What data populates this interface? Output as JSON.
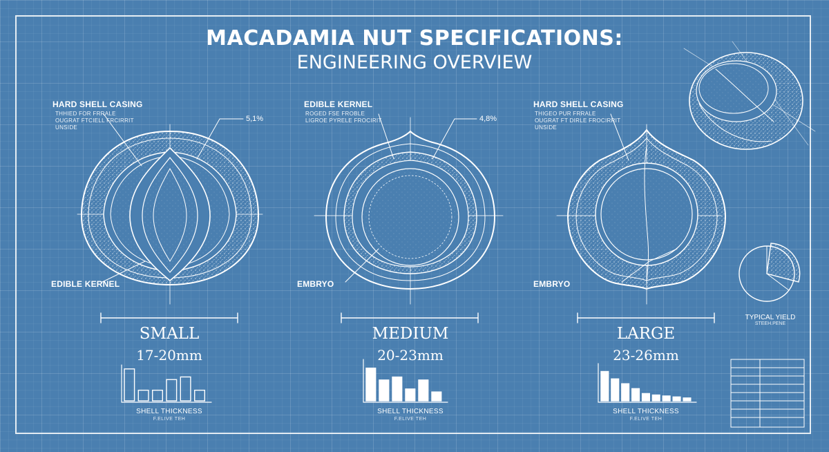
{
  "title": {
    "line1": "MACADAMIA NUT SPECIFICATIONS:",
    "line2": "ENGINEERING OVERVIEW"
  },
  "panels": [
    {
      "id": "small",
      "label_top": "HARD SHELL CASING",
      "label_top_sub": [
        "THHIED FOR FRRALE",
        "OUGRAT FTCIELL FRCIRRIT",
        "UNSIDE"
      ],
      "label_bottom": "EDIBLE KERNEL",
      "percentage": "5,1%",
      "size_name": "SMALL",
      "size_range": "17-20mm",
      "chart_title": "SHELL THICKNESS",
      "chart_sub": "F.ELIVE TEH"
    },
    {
      "id": "medium",
      "label_top": "EDIBLE KERNEL",
      "label_top_sub": [
        "ROGED FSE FROBLE",
        "LIGROE PYRELE FROCIRIT"
      ],
      "label_bottom": "EMBRYO",
      "percentage": "4,8%",
      "size_name": "MEDIUM",
      "size_range": "20-23mm",
      "chart_title": "SHELL THICKNESS",
      "chart_sub": "F.ELIVE TEH"
    },
    {
      "id": "large",
      "label_top": "HARD SHELL CASING",
      "label_top_sub": [
        "THIGEO PUR FRRALE",
        "OUGRAT FT DIRLE FROCIRRIT",
        "UNSIDE"
      ],
      "label_bottom": "EMBRYO",
      "percentage": "",
      "size_name": "LARGE",
      "size_range": "23-26mm",
      "chart_title": "SHELL THICKNESS",
      "chart_sub": "F.ELIVE TEH"
    }
  ],
  "yield": {
    "label": "TYPICAL YIELD",
    "sub": "STEEH.PENE"
  },
  "chart_data": [
    {
      "type": "bar",
      "title": "SHELL THICKNESS",
      "values": [
        6,
        2,
        2,
        4,
        4.5,
        2
      ]
    },
    {
      "type": "bar",
      "title": "SHELL THICKNESS",
      "values": [
        5.5,
        3.5,
        4,
        2,
        3.5,
        1.5
      ]
    },
    {
      "type": "bar",
      "title": "SHELL THICKNESS",
      "values": [
        6,
        4.5,
        3.5,
        2.5,
        1.5,
        1.2,
        1,
        0.8,
        0.6
      ]
    }
  ],
  "colors": {
    "background": "#4a7fb0",
    "line": "#ffffff"
  }
}
